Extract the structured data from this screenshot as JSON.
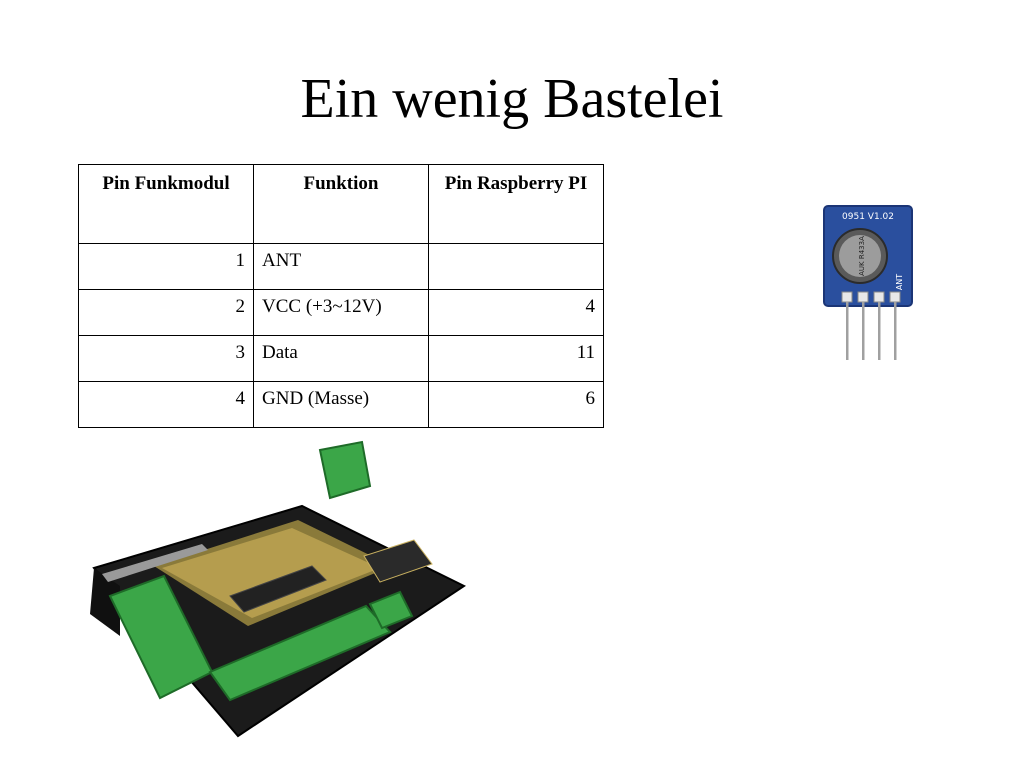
{
  "slide": {
    "title": "Ein wenig Bastelei"
  },
  "table": {
    "headers": [
      "Pin Funkmodul",
      "Funktion",
      "Pin Raspberry PI"
    ],
    "rows": [
      {
        "pin": "1",
        "function": "ANT",
        "rpi": ""
      },
      {
        "pin": "2",
        "function": "VCC (+3~12V)",
        "rpi": "4"
      },
      {
        "pin": "3",
        "function": "Data",
        "rpi": "11"
      },
      {
        "pin": "4",
        "function": "GND (Masse)",
        "rpi": "6"
      }
    ]
  },
  "module_image": {
    "board_label": "0951 V1.02",
    "chip_label": "AUK R433A",
    "antenna_label": "ANT"
  }
}
